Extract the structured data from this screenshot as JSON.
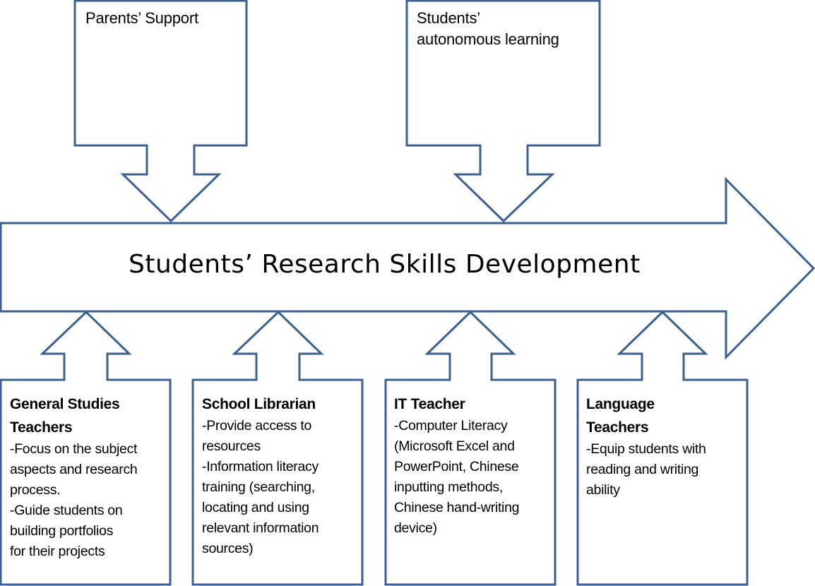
{
  "colors": {
    "outline": "#3c6090",
    "fill": "#ffffff",
    "text": "#000000"
  },
  "top_inputs": [
    {
      "label_lines": [
        "Parents’ Support"
      ]
    },
    {
      "label_lines": [
        "Students’",
        "autonomous learning"
      ]
    }
  ],
  "main_arrow": {
    "title": "Students’ Research Skills Development"
  },
  "bottom_inputs": [
    {
      "heading_lines": [
        "General Studies",
        "Teachers"
      ],
      "body_lines": [
        "-Focus on the subject",
        "aspects and research",
        "process.",
        "-Guide students on",
        "building portfolios",
        "for their projects"
      ]
    },
    {
      "heading_lines": [
        "School Librarian"
      ],
      "body_lines": [
        "-Provide access to",
        "resources",
        "-Information literacy",
        "training (searching,",
        "locating and using",
        "relevant information",
        "sources)"
      ]
    },
    {
      "heading_lines": [
        "IT Teacher"
      ],
      "body_lines": [
        "-Computer Literacy",
        "(Microsoft Excel and",
        "PowerPoint, Chinese",
        "inputting methods,",
        "Chinese hand-writing",
        "device)"
      ]
    },
    {
      "heading_lines": [
        "Language",
        "Teachers"
      ],
      "body_lines": [
        "-Equip students with",
        "reading and writing",
        "ability"
      ]
    }
  ]
}
